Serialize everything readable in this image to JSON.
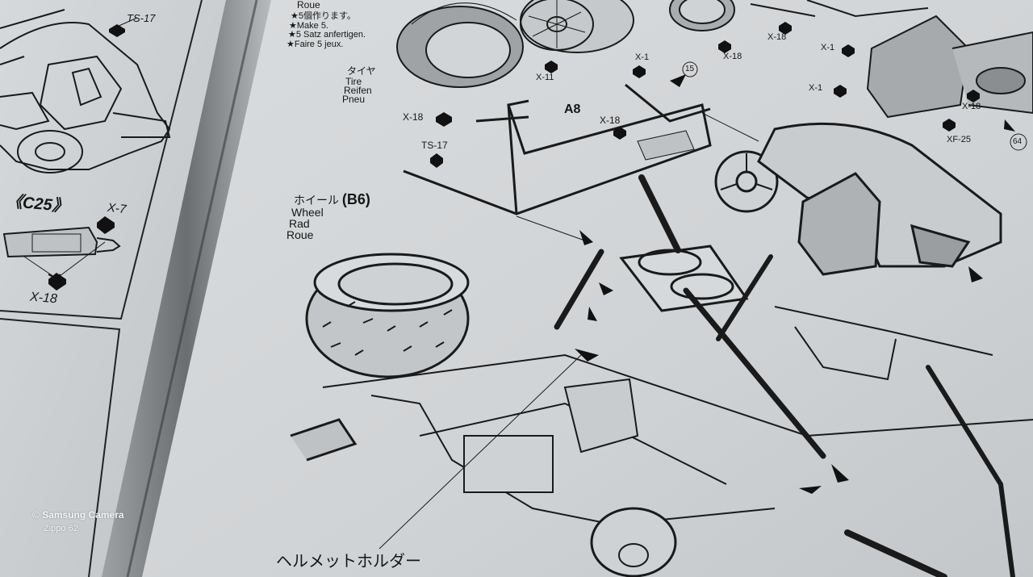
{
  "left_page": {
    "top_part_label": "TS-17",
    "section_label": "《C25》",
    "upper_part_label": "X-7",
    "lower_part_label": "X-18"
  },
  "right_page": {
    "make_instructions": {
      "roue_top": "Roue",
      "jp": "★5個作ります。",
      "en": "★Make 5.",
      "de": "★5 Satz anfertigen.",
      "fr": "★Faire 5 jeux."
    },
    "tire_label": {
      "jp": "タイヤ",
      "en": "Tire",
      "de": "Reifen",
      "fr": "Pneu"
    },
    "wheel_label": {
      "jp": "ホイール",
      "code": "(B6)",
      "en": "Wheel",
      "de": "Rad",
      "fr": "Roue"
    },
    "rollcage_label": "A8",
    "paint_codes": [
      "X-18",
      "TS-17",
      "X-18",
      "X-11",
      "X-1",
      "X-18",
      "X-18",
      "X-1",
      "X-1",
      "X-18",
      "XF-25"
    ],
    "step_numbers": [
      "15",
      "64"
    ],
    "bottom_caption": "ヘルメットホルダー"
  },
  "watermark": {
    "title": "Samsung Camera",
    "subtitle": "Zippo 62"
  }
}
